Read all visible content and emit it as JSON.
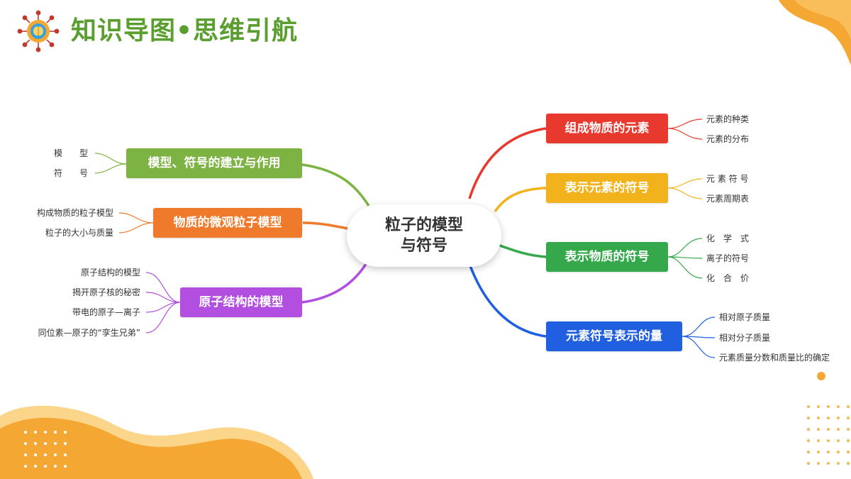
{
  "page": {
    "title": "知识导图•思维引航"
  },
  "mindmap": {
    "center": {
      "line1": "粒子的模型",
      "line2": "与符号"
    },
    "branches": [
      {
        "id": "model-symbol",
        "label": "模型、符号的建立与作用",
        "color": "#7db342",
        "side": "left",
        "leaves": [
          "模　　型",
          "符　　号"
        ]
      },
      {
        "id": "micro-particles",
        "label": "物质的微观粒子模型",
        "color": "#f07a2b",
        "side": "left",
        "leaves": [
          "构成物质的粒子模型",
          "粒子的大小与质量"
        ]
      },
      {
        "id": "atom-structure",
        "label": "原子结构的模型",
        "color": "#b24ee0",
        "side": "left",
        "leaves": [
          "原子结构的模型",
          "揭开原子核的秘密",
          "带电的原子—离子",
          "同位素—原子的“孪生兄弟”"
        ]
      },
      {
        "id": "elements",
        "label": "组成物质的元素",
        "color": "#e8392e",
        "side": "right",
        "leaves": [
          "元素的种类",
          "元素的分布"
        ]
      },
      {
        "id": "element-symbols",
        "label": "表示元素的符号",
        "color": "#f2b21c",
        "side": "right",
        "leaves": [
          "元 素 符 号",
          "元素周期表"
        ]
      },
      {
        "id": "substance-symbols",
        "label": "表示物质的符号",
        "color": "#34a84a",
        "side": "right",
        "leaves": [
          "化　学　式",
          "离子的符号",
          "化　合　价"
        ]
      },
      {
        "id": "quantities",
        "label": "元素符号表示的量",
        "color": "#1f5fe0",
        "side": "right",
        "leaves": [
          "相对原子质量",
          "相对分子质量",
          "元素质量分数和质量比的确定"
        ]
      }
    ]
  },
  "colors": {
    "title": "#5a9e2f",
    "accent": "#f5a733"
  },
  "icons": {
    "logo": "brain-gear-icon"
  }
}
